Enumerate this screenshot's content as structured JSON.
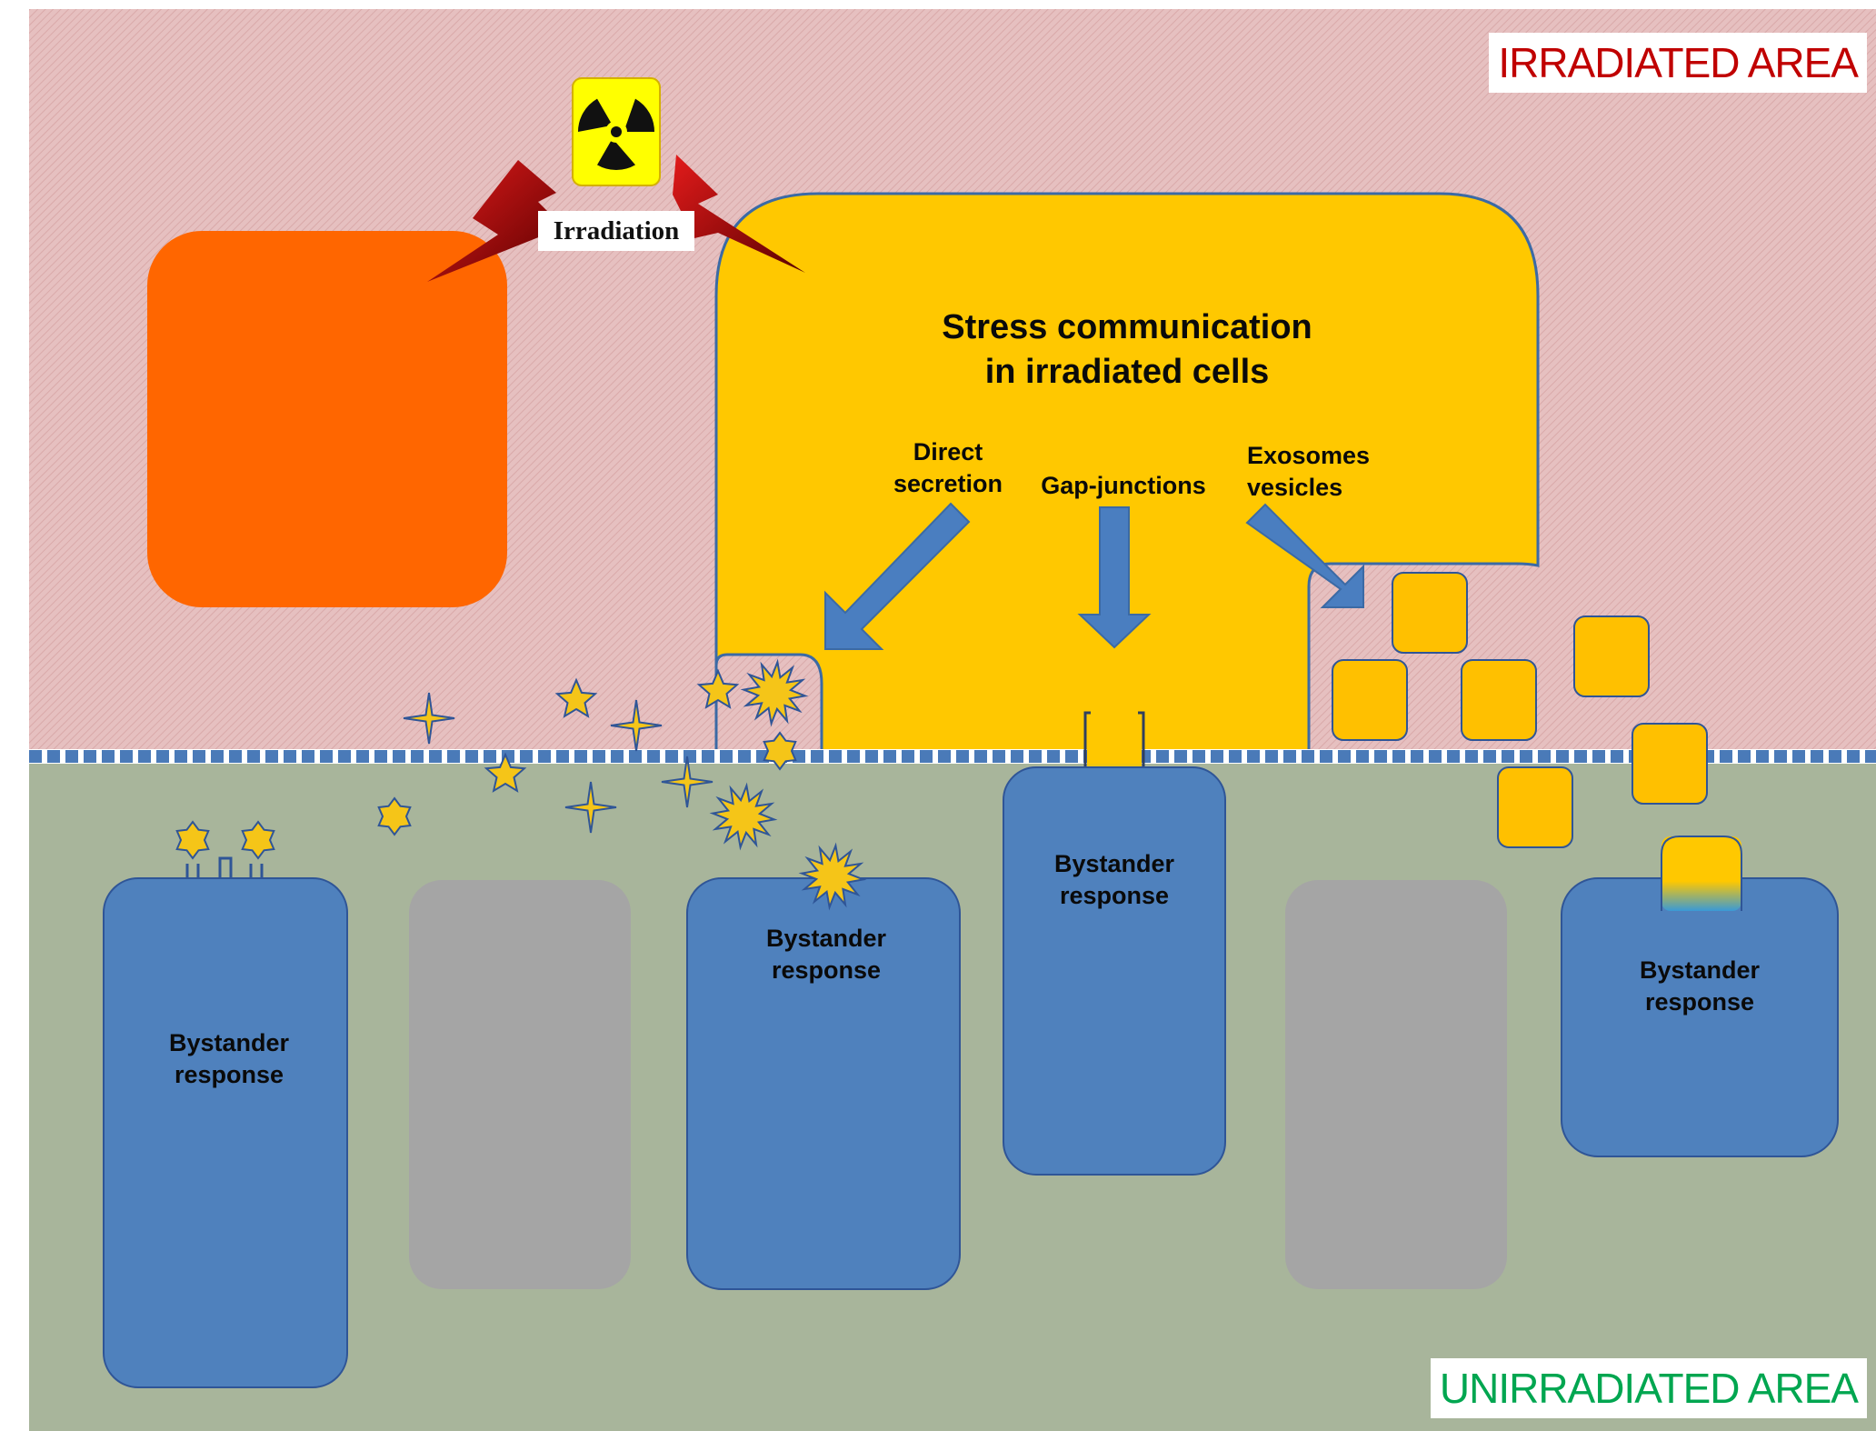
{
  "labels": {
    "irradiated_area": "IRRADIATED AREA",
    "unirradiated_area": "UNIRRADIATED AREA",
    "irradiation": "Irradiation",
    "stress_communication": "Stress communication\nin irradiated cells",
    "direct_secretion": "Direct\nsecretion",
    "gap_junctions": "Gap-junctions",
    "exosomes_vesicles": "Exosomes\nvesicles",
    "bystander_response": "Bystander\nresponse"
  },
  "icons": {
    "radiation": "radiation-hazard-icon",
    "lightning": "lightning-bolt-icon",
    "signal_molecule": "star-molecule-icon"
  },
  "colors": {
    "irradiated_background": "#e8c1c1",
    "unirradiated_background": "#a8b59b",
    "membrane_dash": "#4a7ab8",
    "stressed_cell": "#ffc800",
    "damaged_cell": "#ff6600",
    "bystander_cell": "#4f81bd",
    "unaffected_cell": "#a5a5a5",
    "signal": "#f5c518",
    "lightning": "#c00000",
    "radiation_sign": "#ffff00",
    "irradiated_label": "#c00000",
    "unirradiated_label": "#00a650"
  }
}
